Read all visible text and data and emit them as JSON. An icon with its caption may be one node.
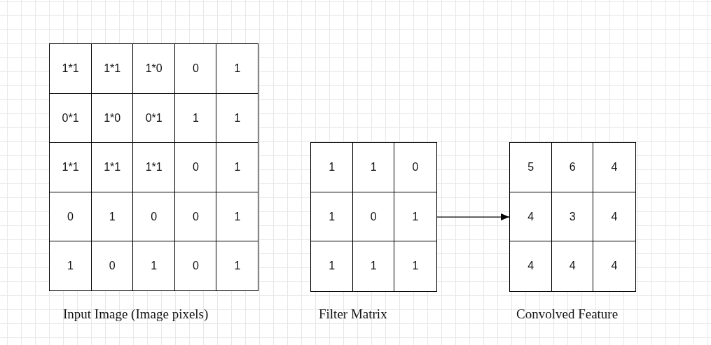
{
  "diagram": {
    "nodes": [
      {
        "text": [
          "1*1"
        ]
      },
      {
        "text": [
          "1*1"
        ]
      },
      {
        "text": [
          "1*0"
        ]
      },
      {
        "text": [
          "0"
        ]
      },
      {
        "text": [
          "1"
        ]
      },
      {
        "text": [
          "0*1"
        ]
      },
      {
        "text": [
          "1*0"
        ]
      },
      {
        "text": [
          "0*1"
        ]
      },
      {
        "text": [
          "1"
        ]
      },
      {
        "text": [
          "1"
        ]
      },
      {
        "text": [
          "1*1"
        ]
      },
      {
        "text": [
          "1*1"
        ]
      },
      {
        "text": [
          "1*1"
        ]
      },
      {
        "text": [
          "0"
        ]
      },
      {
        "text": [
          "1"
        ]
      },
      {
        "text": [
          "0"
        ]
      },
      {
        "text": [
          "1"
        ]
      },
      {
        "text": [
          "0"
        ]
      },
      {
        "text": [
          "0"
        ]
      },
      {
        "text": [
          "1"
        ]
      },
      {
        "text": [
          "1"
        ]
      },
      {
        "text": [
          "0"
        ]
      },
      {
        "text": [
          "1"
        ]
      },
      {
        "text": [
          "0"
        ]
      },
      {
        "text": [
          "1"
        ]
      },
      {
        "text": [
          "1"
        ]
      },
      {
        "text": [
          "1"
        ]
      },
      {
        "text": [
          "0"
        ]
      },
      {
        "text": [
          "1"
        ]
      },
      {
        "text": [
          "0"
        ]
      },
      {
        "text": [
          "1"
        ]
      },
      {
        "text": [
          "1"
        ]
      },
      {
        "text": [
          "1"
        ]
      },
      {
        "text": [
          "1"
        ]
      },
      {
        "text": [
          "5"
        ]
      },
      {
        "text": [
          "6"
        ]
      },
      {
        "text": [
          "4"
        ]
      },
      {
        "text": [
          "4"
        ]
      },
      {
        "text": [
          "3"
        ]
      },
      {
        "text": [
          "4"
        ]
      },
      {
        "text": [
          "4"
        ]
      },
      {
        "text": [
          "4"
        ]
      },
      {
        "text": [
          "4"
        ]
      }
    ],
    "edges": [
      {
        "from": 30,
        "to": 37,
        "arrow": "to"
      }
    ],
    "labels": [
      "Input Image (Image pixels)",
      "Filter Matrix",
      "Convolved Feature"
    ]
  }
}
